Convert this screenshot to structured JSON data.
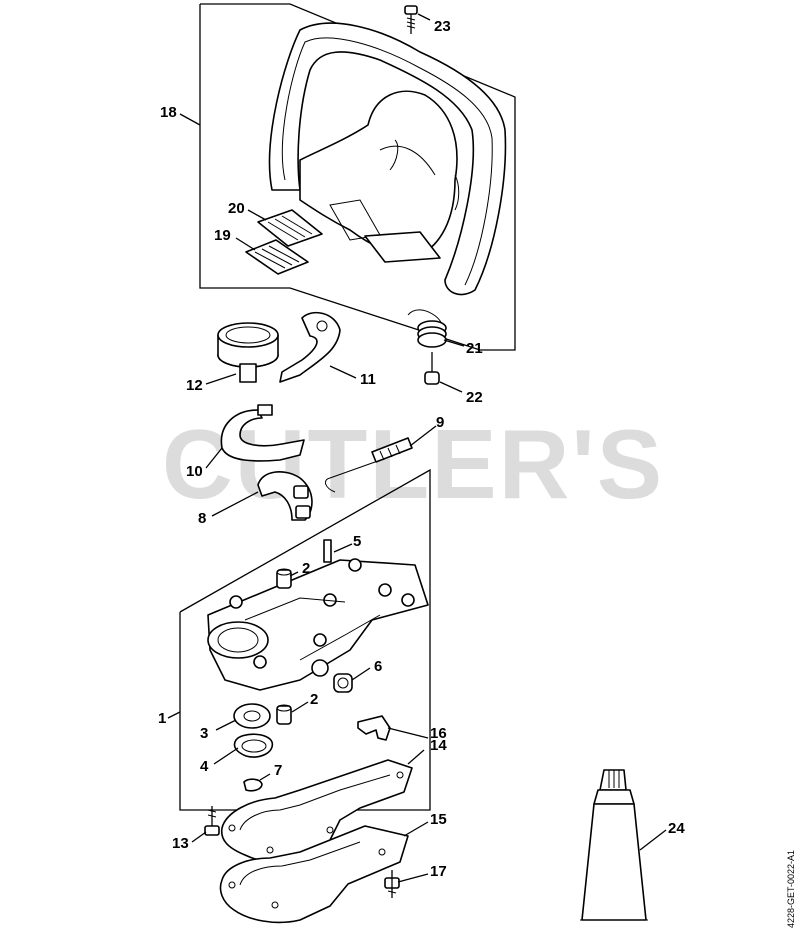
{
  "watermark": "CUTLER'S",
  "drawing_code": "4228-GET-0022-A1",
  "callouts": {
    "c1": "1",
    "c2a": "2",
    "c2b": "2",
    "c3": "3",
    "c4": "4",
    "c5": "5",
    "c6": "6",
    "c7": "7",
    "c8": "8",
    "c9": "9",
    "c10": "10",
    "c11": "11",
    "c12": "12",
    "c13": "13",
    "c14": "14",
    "c15": "15",
    "c16": "16",
    "c17": "17",
    "c18": "18",
    "c19": "19",
    "c20": "20",
    "c21": "21",
    "c22": "22",
    "c23": "23",
    "c24": "24"
  }
}
